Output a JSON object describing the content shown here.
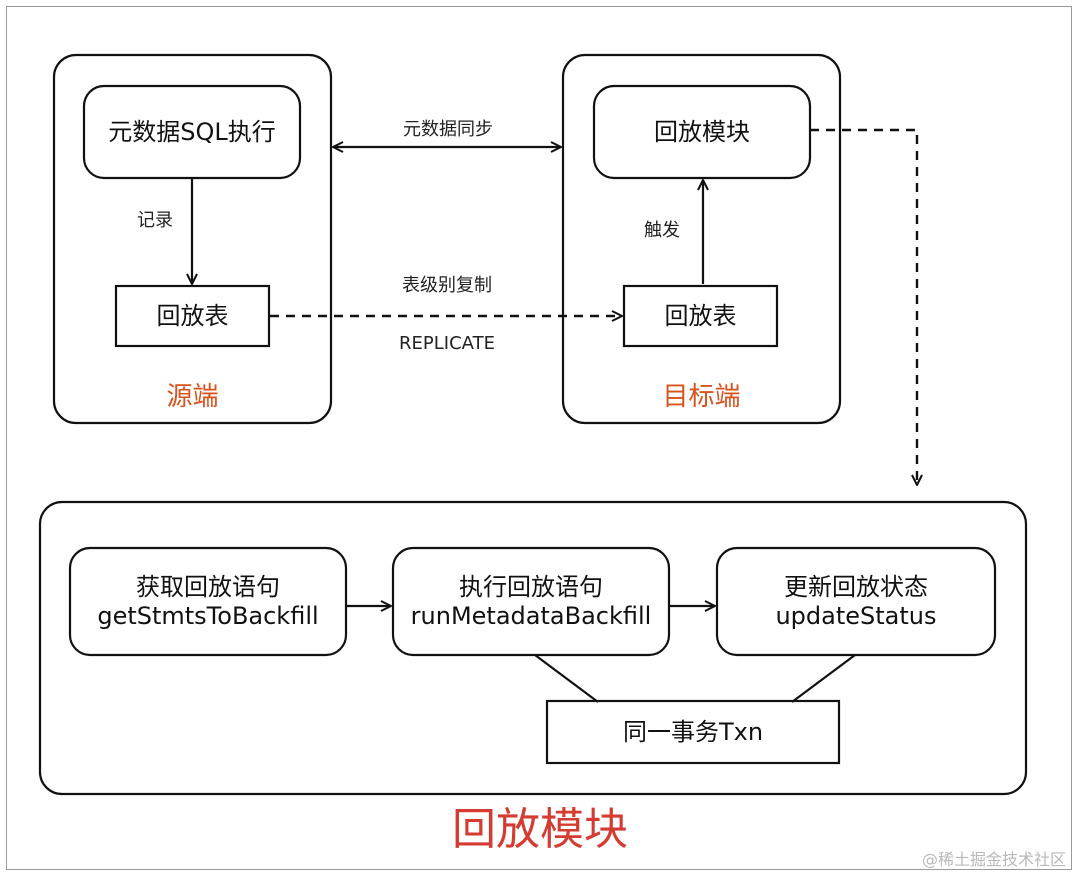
{
  "diagram": {
    "source": {
      "region_label": "源端",
      "sql_exec": "元数据SQL执行",
      "record_label": "记录",
      "backfill_table": "回放表"
    },
    "target": {
      "region_label": "目标端",
      "backfill_module": "回放模块",
      "trigger_label": "触发",
      "backfill_table": "回放表"
    },
    "edges": {
      "metadata_sync": "元数据同步",
      "table_replication": "表级别复制",
      "replicate": "REPLICATE"
    },
    "module": {
      "title": "回放模块",
      "steps": [
        {
          "title": "获取回放语句",
          "func": "getStmtsToBackfill"
        },
        {
          "title": "执行回放语句",
          "func": "runMetadataBackfill"
        },
        {
          "title": "更新回放状态",
          "func": "updateStatus"
        }
      ],
      "txn": "同一事务Txn"
    },
    "watermark": "@稀土掘金技术社区"
  }
}
